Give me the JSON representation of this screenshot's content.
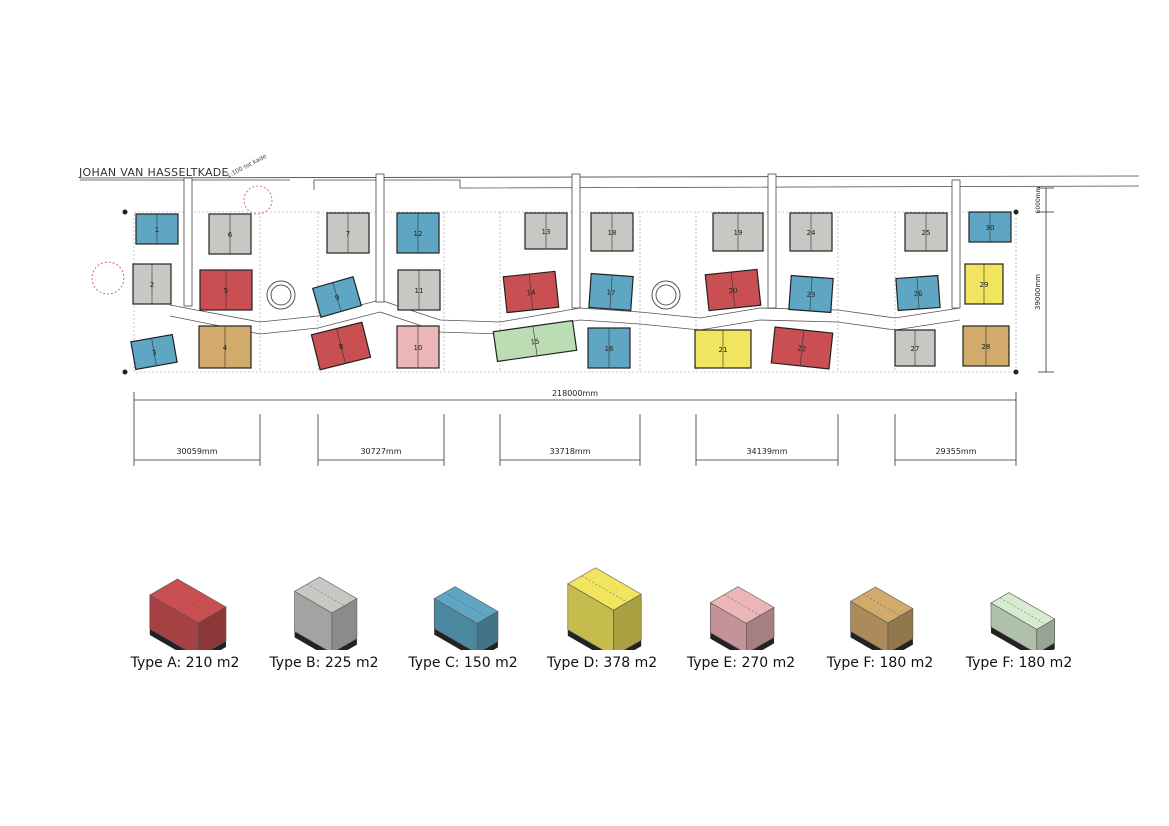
{
  "street": {
    "name": "JOHAN VAN HASSELTKADE",
    "note": "1:100 tot kade"
  },
  "dimensions": {
    "total": "218000mm",
    "height": "39000mm",
    "top": "6000mm",
    "segments": [
      "30059mm",
      "30727mm",
      "33718mm",
      "34139mm",
      "29355mm"
    ]
  },
  "lots": [
    {
      "n": "1",
      "type": "C"
    },
    {
      "n": "2",
      "type": "B"
    },
    {
      "n": "3",
      "type": "C"
    },
    {
      "n": "4",
      "type": "F"
    },
    {
      "n": "5",
      "type": "A"
    },
    {
      "n": "6",
      "type": "B"
    },
    {
      "n": "7",
      "type": "B"
    },
    {
      "n": "8",
      "type": "A"
    },
    {
      "n": "9",
      "type": "C"
    },
    {
      "n": "10",
      "type": "E"
    },
    {
      "n": "11",
      "type": "B"
    },
    {
      "n": "12",
      "type": "C"
    },
    {
      "n": "13",
      "type": "B"
    },
    {
      "n": "14",
      "type": "A"
    },
    {
      "n": "15",
      "type": "G"
    },
    {
      "n": "16",
      "type": "C"
    },
    {
      "n": "17",
      "type": "C"
    },
    {
      "n": "18",
      "type": "B"
    },
    {
      "n": "19",
      "type": "B"
    },
    {
      "n": "20",
      "type": "A"
    },
    {
      "n": "21",
      "type": "D"
    },
    {
      "n": "22",
      "type": "A"
    },
    {
      "n": "23",
      "type": "C"
    },
    {
      "n": "24",
      "type": "B"
    },
    {
      "n": "25",
      "type": "B"
    },
    {
      "n": "26",
      "type": "C"
    },
    {
      "n": "27",
      "type": "B"
    },
    {
      "n": "28",
      "type": "F"
    },
    {
      "n": "29",
      "type": "D"
    },
    {
      "n": "30",
      "type": "C"
    }
  ],
  "types": [
    {
      "label": "Type A: 210 m2",
      "color": "#c94f52"
    },
    {
      "label": "Type B: 225 m2",
      "color": "#c7c8c4"
    },
    {
      "label": "Type C: 150 m2",
      "color": "#5ea6c4"
    },
    {
      "label": "Type D: 378 m2",
      "color": "#f1e45e"
    },
    {
      "label": "Type E: 270 m2",
      "color": "#ecb5b8"
    },
    {
      "label": "Type F: 180 m2",
      "color": "#d1aa6c"
    },
    {
      "label": "Type F: 180 m2",
      "color": "#d6ebcf"
    }
  ],
  "type_colors": {
    "A": "#c94f52",
    "B": "#c7c8c4",
    "C": "#5ea6c4",
    "D": "#f1e45e",
    "E": "#ecb5b8",
    "F": "#d1aa6c",
    "G": "#bcdcb4"
  }
}
